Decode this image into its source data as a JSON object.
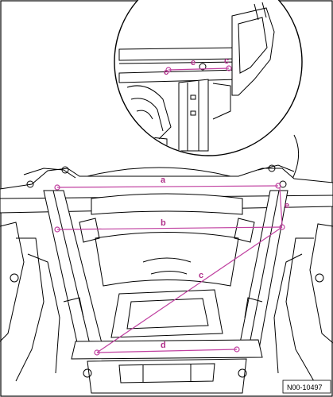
{
  "diagram": {
    "reference_code": "N00-10497",
    "accent_color": "#c040a0",
    "line_color": "#000000",
    "measurements": [
      {
        "id": "a",
        "label": "a"
      },
      {
        "id": "b",
        "label": "b"
      },
      {
        "id": "c",
        "label": "c"
      },
      {
        "id": "d",
        "label": "d"
      },
      {
        "id": "e",
        "label": "e"
      }
    ],
    "detail_inset": {
      "measurement_label": "e",
      "point_labels": [
        "c",
        "c"
      ]
    }
  }
}
